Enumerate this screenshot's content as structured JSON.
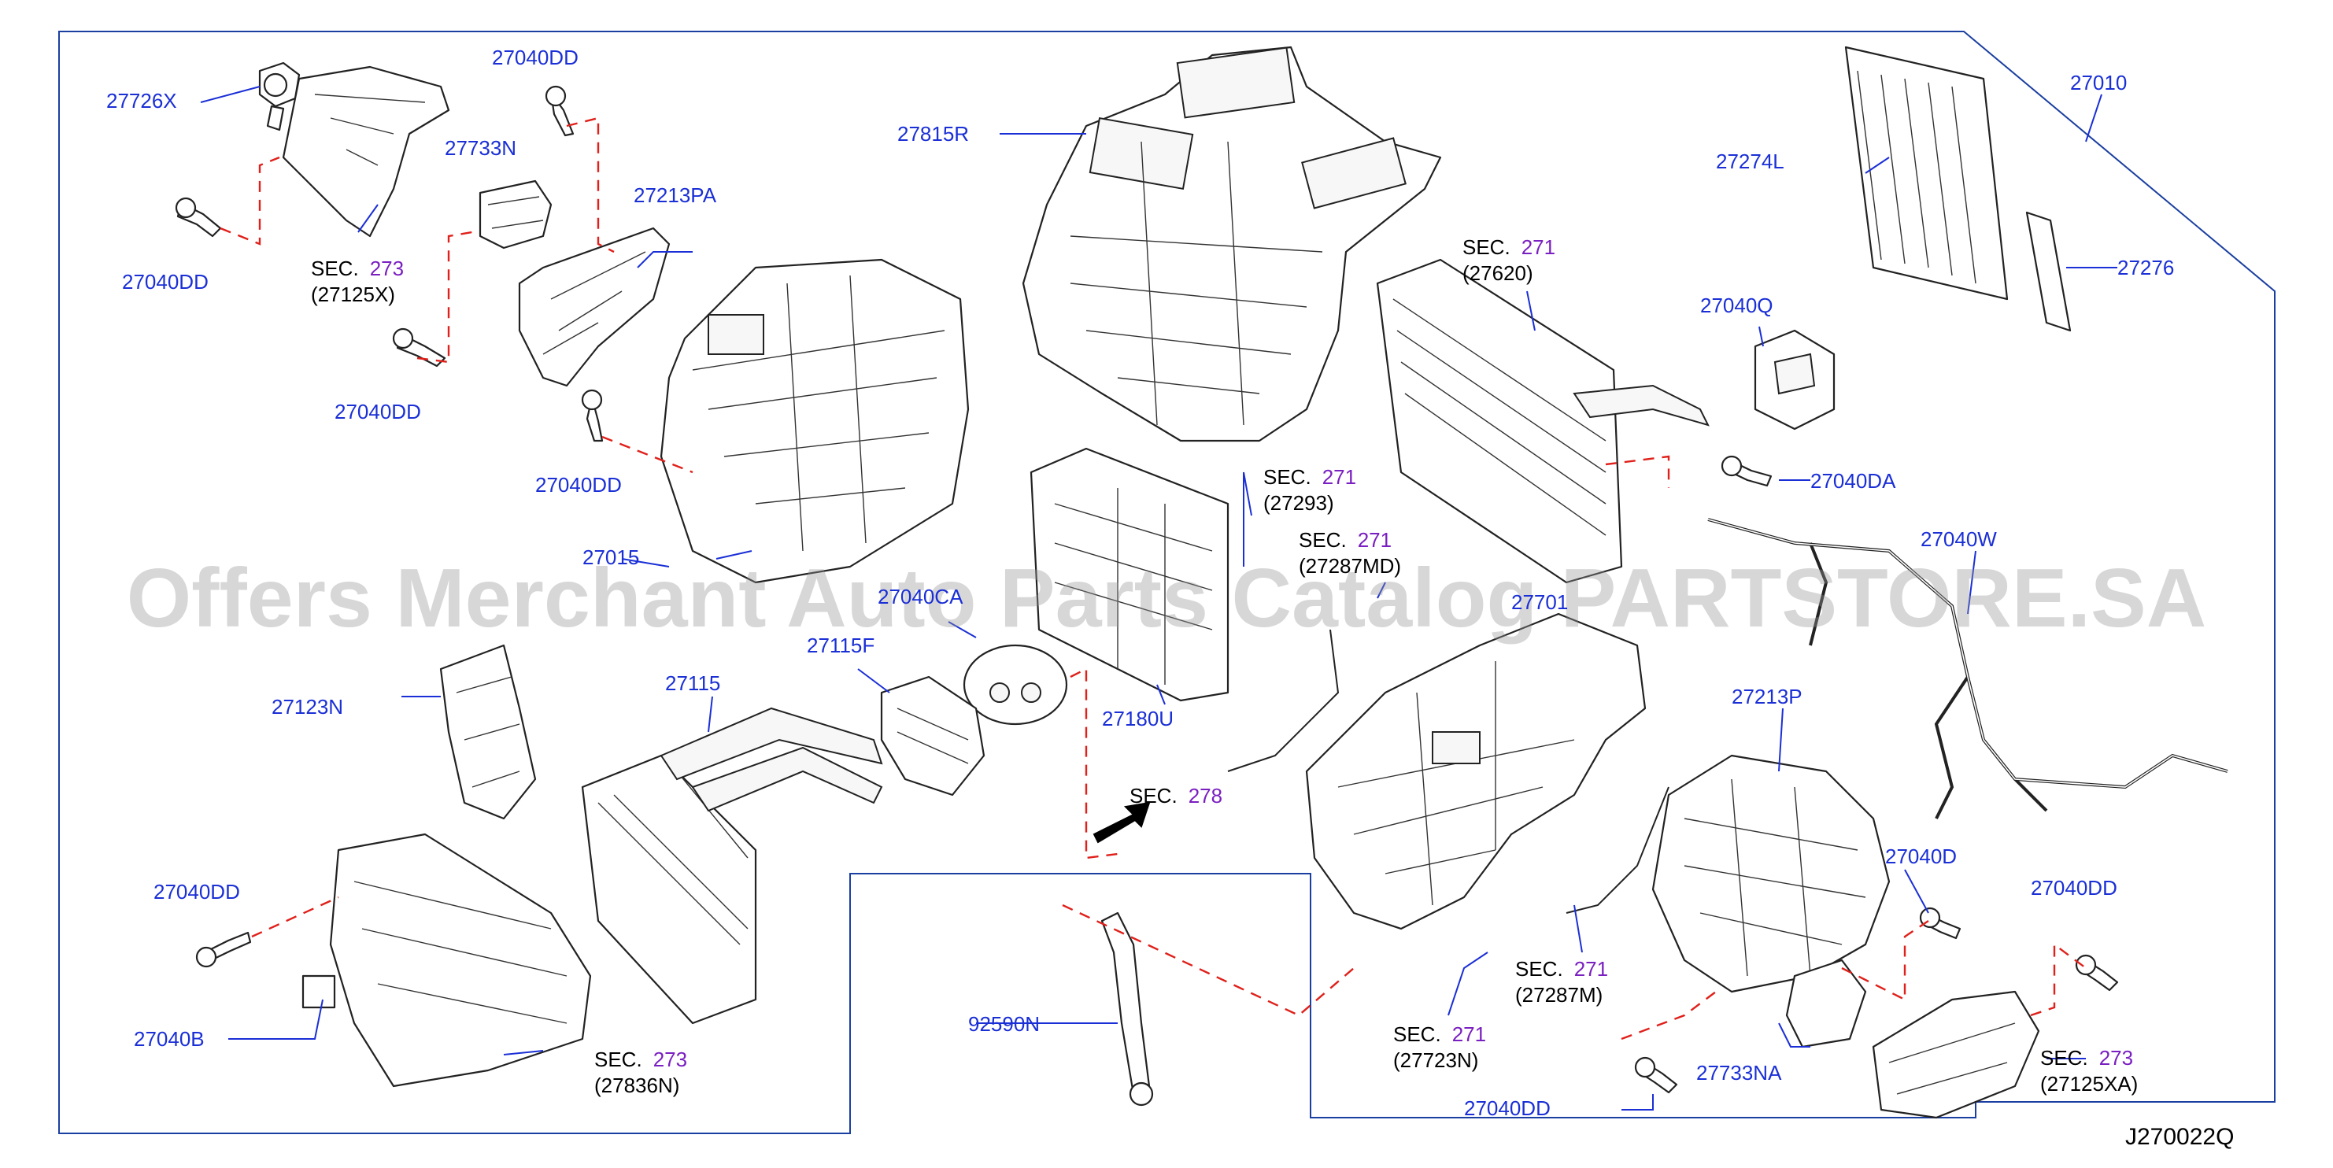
{
  "diagram": {
    "figure_id": "J270022Q",
    "watermark": "Offers Merchant Auto Parts Catalog PARTSTORE.SA",
    "callouts": [
      {
        "id": "c-27726X",
        "label": "27726X"
      },
      {
        "id": "c-27040DD-a",
        "label": "27040DD"
      },
      {
        "id": "c-27733N",
        "label": "27733N"
      },
      {
        "id": "c-27213PA",
        "label": "27213PA"
      },
      {
        "id": "c-27040DD-b",
        "label": "27040DD"
      },
      {
        "id": "c-27040DD-c",
        "label": "27040DD"
      },
      {
        "id": "c-27040DD-d",
        "label": "27040DD"
      },
      {
        "id": "c-27015",
        "label": "27015"
      },
      {
        "id": "c-27815R",
        "label": "27815R"
      },
      {
        "id": "c-27010",
        "label": "27010"
      },
      {
        "id": "c-27274L",
        "label": "27274L"
      },
      {
        "id": "c-27276",
        "label": "27276"
      },
      {
        "id": "c-27040Q",
        "label": "27040Q"
      },
      {
        "id": "c-27040DA",
        "label": "27040DA"
      },
      {
        "id": "c-27040W",
        "label": "27040W"
      },
      {
        "id": "c-27123N",
        "label": "27123N"
      },
      {
        "id": "c-27115",
        "label": "27115"
      },
      {
        "id": "c-27115F",
        "label": "27115F"
      },
      {
        "id": "c-27040CA",
        "label": "27040CA"
      },
      {
        "id": "c-27180U",
        "label": "27180U"
      },
      {
        "id": "c-27701",
        "label": "27701"
      },
      {
        "id": "c-27213P",
        "label": "27213P"
      },
      {
        "id": "c-27040D",
        "label": "27040D"
      },
      {
        "id": "c-27040DD-e",
        "label": "27040DD"
      },
      {
        "id": "c-27040DD-f",
        "label": "27040DD"
      },
      {
        "id": "c-27040B",
        "label": "27040B"
      },
      {
        "id": "c-92590N",
        "label": "92590N"
      },
      {
        "id": "c-27733NA",
        "label": "27733NA"
      },
      {
        "id": "c-27040DD-g",
        "label": "27040DD"
      }
    ],
    "sec_refs": [
      {
        "id": "s-273-27125X",
        "prefix": "SEC.",
        "num": "273",
        "sub": "(27125X)"
      },
      {
        "id": "s-271-27620",
        "prefix": "SEC.",
        "num": "271",
        "sub": "(27620)"
      },
      {
        "id": "s-271-27293",
        "prefix": "SEC.",
        "num": "271",
        "sub": "(27293)"
      },
      {
        "id": "s-271-27287MD",
        "prefix": "SEC.",
        "num": "271",
        "sub": "(27287MD)"
      },
      {
        "id": "s-278",
        "prefix": "SEC.",
        "num": "278",
        "sub": ""
      },
      {
        "id": "s-271-27287M",
        "prefix": "SEC.",
        "num": "271",
        "sub": "(27287M)"
      },
      {
        "id": "s-271-27723N",
        "prefix": "SEC.",
        "num": "271",
        "sub": "(27723N)"
      },
      {
        "id": "s-273-27836N",
        "prefix": "SEC.",
        "num": "273",
        "sub": "(27836N)"
      },
      {
        "id": "s-273-27125XA",
        "prefix": "SEC.",
        "num": "273",
        "sub": "(27125XA)"
      }
    ]
  }
}
